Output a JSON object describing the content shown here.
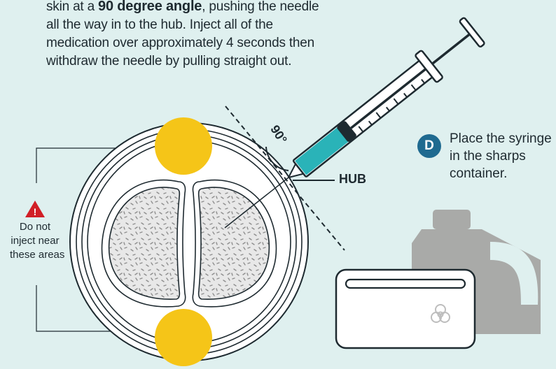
{
  "colors": {
    "background": "#dff0ef",
    "avoid_zone": "#f5c518",
    "tissue_stroke": "#1e2a30",
    "syringe_fill": "#2ab3b8",
    "badge": "#1f6a90",
    "warning": "#d11f26",
    "container": "#a9aaa8"
  },
  "instruction": {
    "line1_prefix": "skin at a ",
    "line1_bold": "90 degree angle",
    "line1_suffix": ", pushing the needle",
    "line2": "all the way in to the hub. Inject all of the",
    "line3": "medication over approximately 4 seconds then",
    "line4": "withdraw the needle by pulling straight out."
  },
  "warning": {
    "symbol": "!",
    "line1": "Do not",
    "line2": "inject near",
    "line3": "these areas"
  },
  "labels": {
    "hub": "HUB",
    "angle": "90°"
  },
  "step_d": {
    "badge": "D",
    "line1": "Place the syringe",
    "line2": "in the sharps",
    "line3": "container."
  },
  "icons": {
    "warning": "warning-triangle-icon",
    "biohazard": "biohazard-icon"
  }
}
